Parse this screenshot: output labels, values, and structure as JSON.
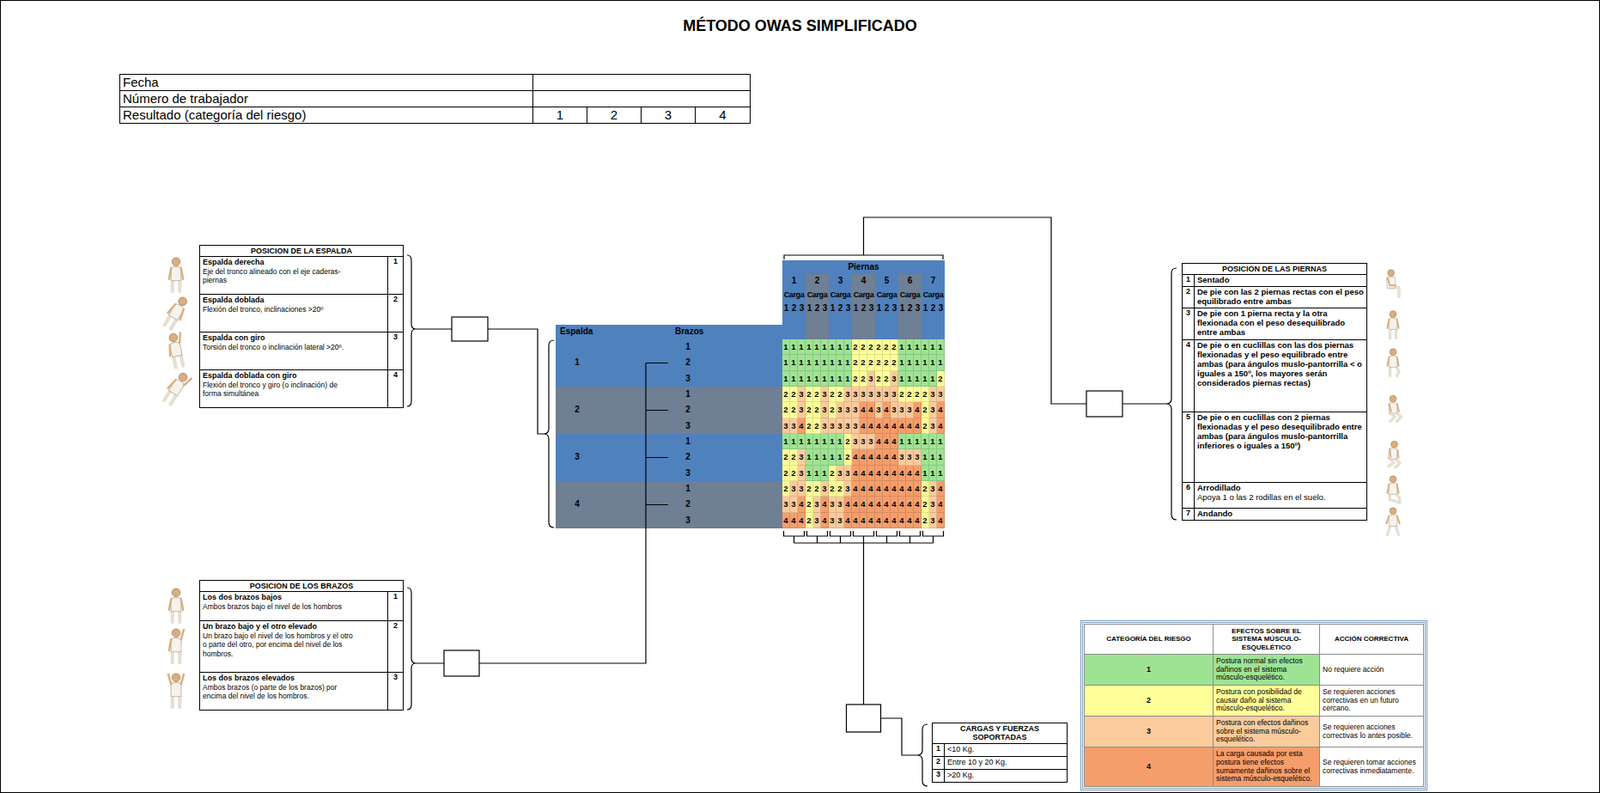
{
  "diagram": {
    "title": "MÉTODO OWAS SIMPLIFICADO",
    "nodes": [
      {
        "text": [
          "POSICION DE LA ESPALDA"
        ]
      },
      {
        "text": [
          "Espalda derecha",
          "Eje del tronco alineado con el eje caderas-piernas",
          "1"
        ],
        "in": 0
      },
      {
        "text": [
          "Espalda doblada",
          "Flexión del tronco, inclinaciones >20º",
          "2"
        ],
        "in": 0
      },
      {
        "text": [
          "Espalda con giro",
          "Torsión del tronco o inclinación lateral >20º.",
          "3"
        ],
        "in": 0
      },
      {
        "text": [
          "Espalda doblada con giro",
          "Flexión del tronco y giro (o inclinación) de forma simultánea",
          "4"
        ],
        "in": 0
      },
      {
        "text": [
          "POSICION DE LAS PIERNAS"
        ]
      },
      {
        "text": [
          "1",
          "Sentado"
        ],
        "in": 5
      },
      {
        "text": [
          "2",
          "De pie con las 2 piernas rectas con el peso equilibrado entre ambas"
        ],
        "in": 5
      },
      {
        "text": [
          "3",
          "De pie con 1 pierna recta y la otra flexionada con el peso desequilibrado entre ambas"
        ],
        "in": 5
      },
      {
        "text": [
          "4",
          "De pie o en cuclillas con las dos piernas flexionadas y el peso equilibrado entre ambas (para ángulos muslo-pantorrilla < o iguales a 150º, los mayores serán considerados piernas rectas)"
        ],
        "in": 5
      },
      {
        "text": [
          "5",
          "De pie o en cuclillas con 2 piernas flexionadas y el peso desequilibrado entre ambas (para ángulos muslo-pantorrilla inferiores o iguales a 150º)"
        ],
        "in": 5
      },
      {
        "text": [
          "6",
          "Arrodillado",
          "Apoya 1 o las 2 rodillas en el suelo."
        ],
        "in": 5
      },
      {
        "text": [
          "7",
          "Andando"
        ],
        "in": 5
      },
      {
        "text": [
          "POSICION DE LOS BRAZOS"
        ]
      },
      {
        "text": [
          "Los dos brazos bajos",
          "Ambos brazos bajo el nivel de los hombros",
          "1"
        ],
        "in": 13
      },
      {
        "text": [
          "Un brazo bajo y el otro elevado",
          "Un brazo bajo el nivel de los hombros y el otro o parte del otro, por encima del nivel de los hombros.",
          "2"
        ],
        "in": 13
      },
      {
        "text": [
          "Los dos brazos elevados",
          "Ambos brazos (o parte de los brazos) por encima del nivel de los hombros.",
          "3"
        ],
        "in": 13
      },
      {
        "text": [
          "CARGAS Y FUERZAS SOPORTADAS"
        ]
      },
      {
        "text": [
          "1",
          "<10 Kg."
        ],
        "in": 17
      },
      {
        "text": [
          "2",
          "Entre 10 y 20 Kg."
        ],
        "in": 17
      },
      {
        "text": [
          "3",
          ">20 Kg."
        ],
        "in": 17
      }
    ],
    "labels": [
      "Fecha",
      "Número de trabajador",
      "Resultado (categoría del riesgo)",
      "1",
      "2",
      "3",
      "4",
      "Piernas",
      "1",
      "2",
      "3",
      "4",
      "5",
      "6",
      "7",
      "Carga",
      "Carga",
      "Carga",
      "Carga",
      "Carga",
      "Carga",
      "Carga",
      "1",
      "2",
      "3",
      "1",
      "2",
      "3",
      "1",
      "2",
      "3",
      "1",
      "2",
      "3",
      "1",
      "2",
      "3",
      "1",
      "2",
      "3",
      "1",
      "2",
      "3",
      "Espalda",
      "Brazos",
      "1",
      "1",
      "1",
      "1",
      "1",
      "1",
      "1",
      "1",
      "1",
      "1",
      "1",
      "2",
      "2",
      "2",
      "2",
      "2",
      "2",
      "1",
      "1",
      "1",
      "1",
      "1",
      "1",
      "2",
      "1",
      "1",
      "1",
      "1",
      "1",
      "1",
      "1",
      "1",
      "1",
      "2",
      "2",
      "2",
      "2",
      "2",
      "2",
      "1",
      "1",
      "1",
      "1",
      "1",
      "1",
      "3",
      "1",
      "1",
      "1",
      "1",
      "1",
      "1",
      "1",
      "1",
      "1",
      "2",
      "2",
      "3",
      "2",
      "2",
      "3",
      "1",
      "1",
      "1",
      "1",
      "1",
      "2",
      "2",
      "1",
      "2",
      "2",
      "3",
      "2",
      "2",
      "3",
      "2",
      "2",
      "3",
      "3",
      "3",
      "3",
      "3",
      "3",
      "3",
      "2",
      "2",
      "2",
      "2",
      "3",
      "3",
      "2",
      "2",
      "2",
      "3",
      "2",
      "2",
      "3",
      "2",
      "3",
      "3",
      "3",
      "4",
      "4",
      "3",
      "4",
      "3",
      "3",
      "3",
      "4",
      "2",
      "3",
      "4",
      "3",
      "3",
      "3",
      "4",
      "2",
      "2",
      "3",
      "3",
      "3",
      "3",
      "3",
      "4",
      "4",
      "4",
      "4",
      "4",
      "4",
      "4",
      "4",
      "2",
      "3",
      "4",
      "3",
      "1",
      "1",
      "1",
      "1",
      "1",
      "1",
      "1",
      "1",
      "1",
      "2",
      "3",
      "3",
      "3",
      "4",
      "4",
      "4",
      "1",
      "1",
      "1",
      "1",
      "1",
      "1",
      "2",
      "2",
      "2",
      "3",
      "1",
      "1",
      "1",
      "1",
      "1",
      "2",
      "4",
      "4",
      "4",
      "4",
      "4",
      "4",
      "3",
      "3",
      "3",
      "1",
      "1",
      "1",
      "3",
      "2",
      "2",
      "3",
      "1",
      "1",
      "1",
      "2",
      "3",
      "3",
      "4",
      "4",
      "4",
      "4",
      "4",
      "4",
      "4",
      "4",
      "4",
      "1",
      "1",
      "1",
      "4",
      "1",
      "2",
      "3",
      "3",
      "2",
      "2",
      "3",
      "2",
      "2",
      "3",
      "4",
      "4",
      "4",
      "4",
      "4",
      "4",
      "4",
      "4",
      "4",
      "2",
      "3",
      "4",
      "2",
      "3",
      "3",
      "4",
      "2",
      "3",
      "4",
      "3",
      "3",
      "4",
      "4",
      "4",
      "4",
      "4",
      "4",
      "4",
      "4",
      "4",
      "4",
      "2",
      "3",
      "4",
      "3",
      "4",
      "4",
      "4",
      "2",
      "3",
      "4",
      "3",
      "3",
      "4",
      "4",
      "4",
      "4",
      "4",
      "4",
      "4",
      "4",
      "4",
      "4",
      "2",
      "3",
      "4",
      "CATEGORÍA DEL RIESGO",
      "EFECTOS SOBRE EL SISTEMA MÚSCULO-ESQUELÉTICO",
      "ACCIÓN CORRECTIVA",
      "Postura normal sin efectos dañinos en el sistema músculo-esquelético.",
      "No requiere acción",
      "Postura con posibilidad de causar daño al sistema músculo-esquelético.",
      "Se requieren acciones correctivas en un futuro cercano.",
      "Postura con efectos dañinos sobre el sistema músculo-esquelético.",
      "Se requieren acciones correctivas lo antes posible.",
      "La carga causada por esta postura tiene efectos sumamente dañinos sobre el sistema músculo-esquelético.",
      "Se requieren tomar acciones correctivas inmediatamente."
    ],
    "legend": [
      {
        "text": "1",
        "color": "#9ee393"
      },
      {
        "text": "2",
        "color": "#ffff99"
      },
      {
        "text": "3",
        "color": "#fbcb9c"
      },
      {
        "text": "4",
        "color": "#f59e6c"
      }
    ]
  }
}
